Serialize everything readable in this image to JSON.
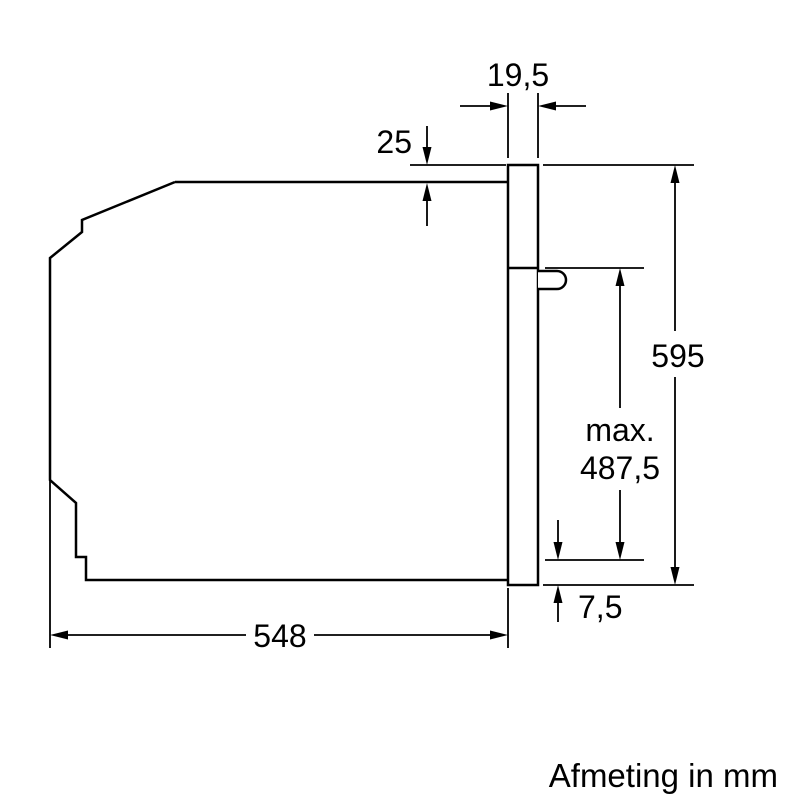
{
  "page": {
    "background": "#ffffff",
    "line_color": "#000000"
  },
  "diagram": {
    "type": "technical-drawing",
    "subject": "built-in oven side profile with installation dimensions",
    "dimensions": {
      "door_thickness": "19,5",
      "top_overhang": "25",
      "total_height": "595",
      "max_prefix": "max.",
      "max_value": "487,5",
      "bottom_overhang": "7,5",
      "body_depth": "548"
    },
    "caption": "Afmeting in mm"
  }
}
